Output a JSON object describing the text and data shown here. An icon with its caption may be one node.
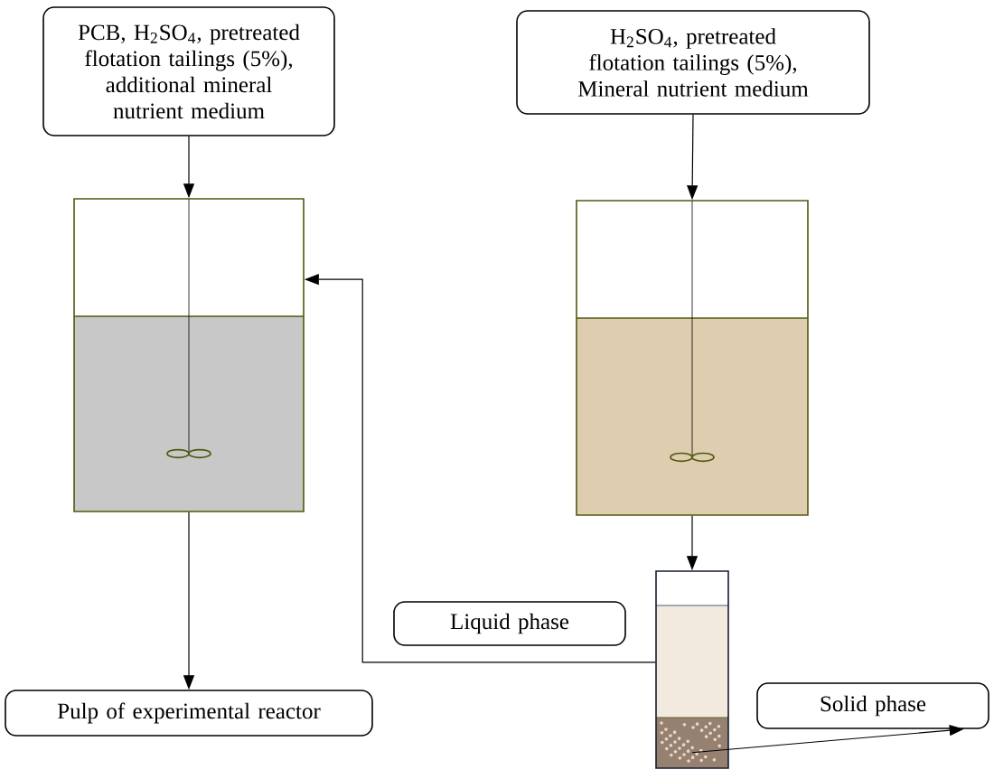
{
  "diagram": {
    "nodes": [
      {
        "text": [
          "PCB, H$_{2}$SO$_{4}$, pretreated flotation tailings (5%), additional mineral nutrient medium"
        ]
      },
      {
        "text": [
          "H$_{2}$SO$_{4}$, pretreated flotation tailings (5%), Mineral nutrient medium"
        ]
      },
      {
        "text": [],
        "shape": "box"
      },
      {
        "text": [],
        "shape": "box"
      },
      {
        "text": [],
        "shape": "cylinder"
      },
      {
        "text": [
          "Liquid phase"
        ]
      },
      {
        "text": [
          "Pulp of experimental reactor"
        ]
      },
      {
        "text": [
          "Solid phase"
        ]
      }
    ],
    "edges": [
      {
        "from": 0,
        "to": 2,
        "arrow": "to"
      },
      {
        "from": 1,
        "to": 3,
        "arrow": "to"
      },
      {
        "from": 2,
        "to": 6,
        "arrow": "to"
      },
      {
        "from": 3,
        "to": 4,
        "arrow": "to"
      },
      {
        "from": 4,
        "to": 2,
        "arrow": "to"
      },
      {
        "from": 4,
        "to": 7,
        "arrow": "to"
      }
    ]
  }
}
